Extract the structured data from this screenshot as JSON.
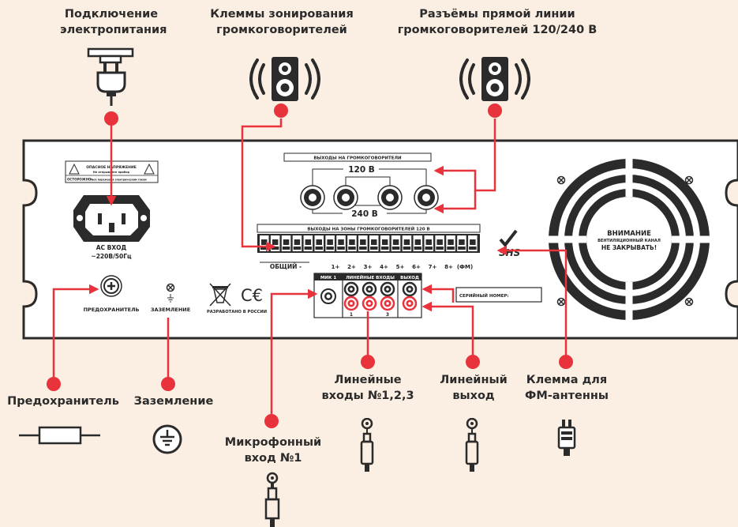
{
  "colors": {
    "background": "#fbeee2",
    "accent": "#e8323c",
    "panel": "#ffffff",
    "outline": "#2b2b2b"
  },
  "callouts": {
    "power": [
      "Подключение",
      "электропитания"
    ],
    "zone_terminals": [
      "Клеммы зонирования",
      "громкоговорителей"
    ],
    "direct_line": [
      "Разъёмы прямой линии",
      "громкоговорителей 120/240 В"
    ],
    "fuse": "Предохранитель",
    "ground": "Заземление",
    "mic": [
      "Микрофонный",
      "вход №1"
    ],
    "line_inputs": [
      "Линейные",
      "входы №1,2,3"
    ],
    "line_output": [
      "Линейный",
      "выход"
    ],
    "fm": [
      "Клемма для",
      "ФМ-антенны"
    ]
  },
  "panel": {
    "warning_title": "ОПАСНОЕ НАПРЯЖЕНИЕ",
    "warning_sub": "Не открывайте прибор",
    "caution": "ОСТОРОЖНО:",
    "caution_text": "Риск поражения электрическим током",
    "ac_label": [
      "AC ВХОД",
      "~220В/50Гц"
    ],
    "fuse_label": "ПРЕДОХРАНИТЕЛЬ",
    "ground_label": "ЗАЗЕМЛЕНИЕ",
    "made_in": "РАЗРАБОТАНО В РОССИИ",
    "speaker_outputs_title": "ВЫХОДЫ НА ГРОМКОГОВОРИТЕЛИ",
    "v120": "120 В",
    "v240": "240 В",
    "zone_title": "ВЫХОДЫ НА ЗОНЫ ГРОМКОГОВОРИТЕЛЕЙ 120 В",
    "common": "ОБЩИЙ -",
    "zone_labels": [
      "1+",
      "2+",
      "3+",
      "4+",
      "5+",
      "6+",
      "7+",
      "8+",
      "(ФМ)"
    ],
    "mic_header": "МИК 1",
    "line_in_header": "ЛИНЕЙНЫЕ ВХОДЫ",
    "out_header": "ВЫХОД",
    "line_nums": [
      "1",
      "3"
    ],
    "serial": "СЕРИЙНЫЙ НОМЕР:",
    "fan_warning": [
      "ВНИМАНИЕ",
      "ВЕНТИЛЯЦИОННЫЙ КАНАЛ",
      "НЕ ЗАКРЫВАТЬ!"
    ]
  }
}
